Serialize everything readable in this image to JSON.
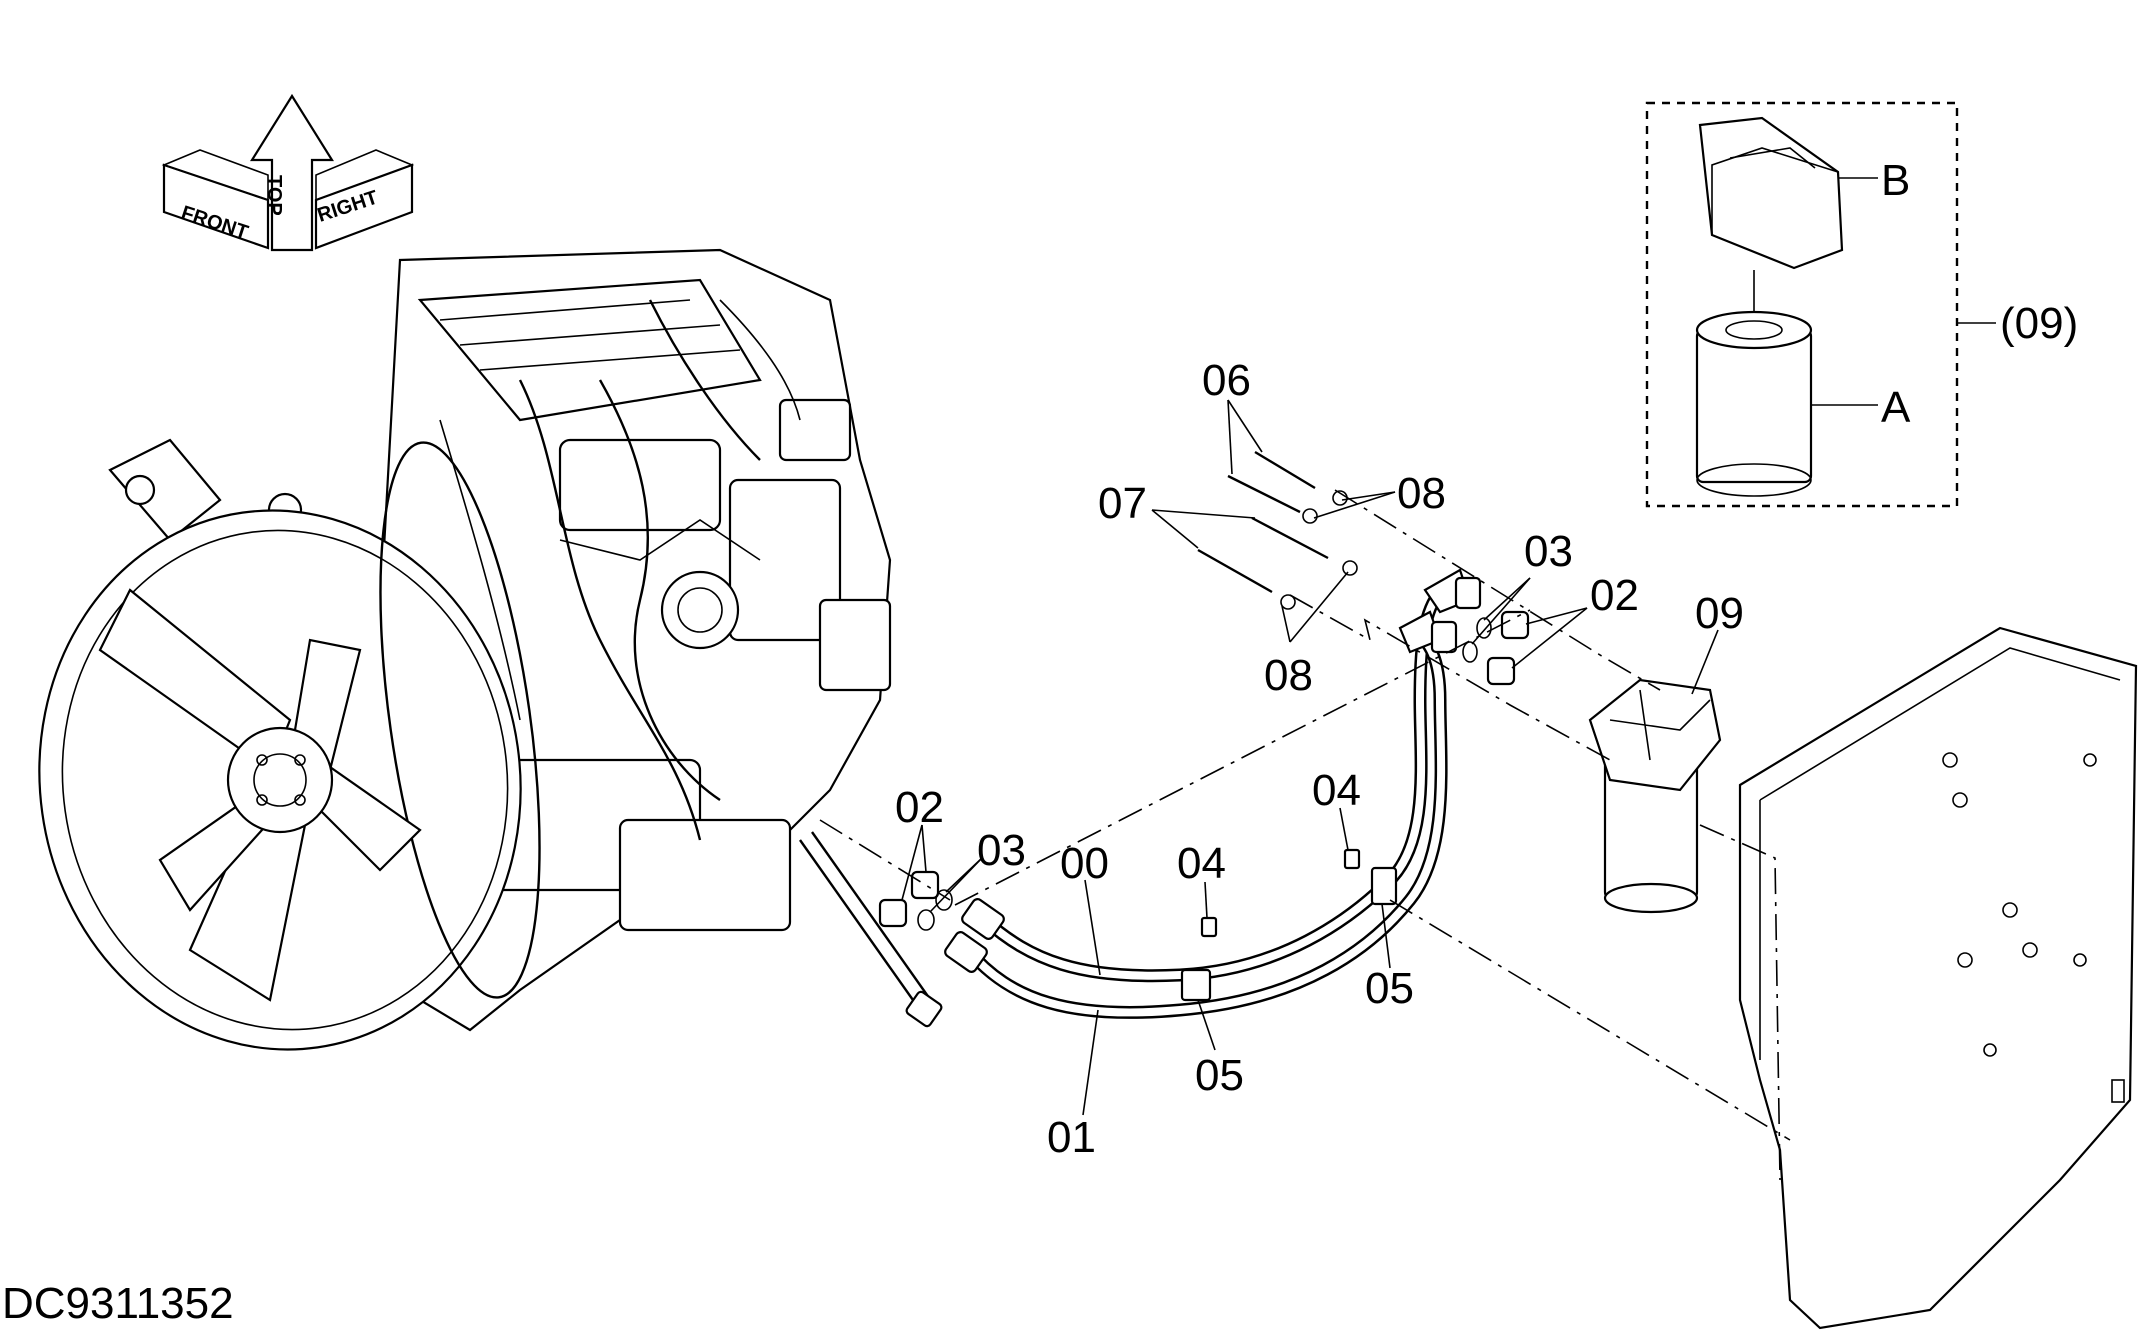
{
  "drawing_id": "DC9311352",
  "orientation": {
    "front": "FRONT",
    "top": "TOP",
    "right": "RIGHT"
  },
  "callouts": {
    "c00": "00",
    "c01": "01",
    "c02_left": "02",
    "c02_right": "02",
    "c03_left": "03",
    "c03_right": "03",
    "c04_left": "04",
    "c04_right": "04",
    "c05_left": "05",
    "c05_right": "05",
    "c06": "06",
    "c07": "07",
    "c08_top": "08",
    "c08_bottom": "08",
    "c09": "09"
  },
  "detail": {
    "assembly": "(09)",
    "part_a": "A",
    "part_b": "B"
  }
}
